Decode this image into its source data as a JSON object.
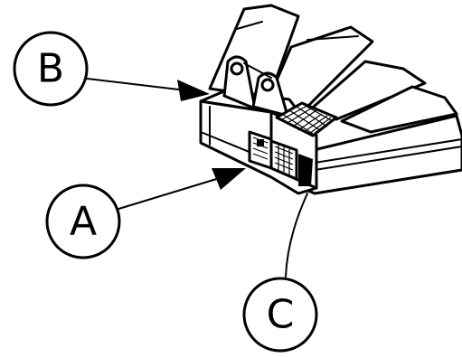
{
  "callouts": [
    {
      "id": "B",
      "label": "B"
    },
    {
      "id": "A",
      "label": "A"
    },
    {
      "id": "C",
      "label": "C"
    }
  ],
  "colors": {
    "line": "#000000",
    "background": "#ffffff"
  }
}
